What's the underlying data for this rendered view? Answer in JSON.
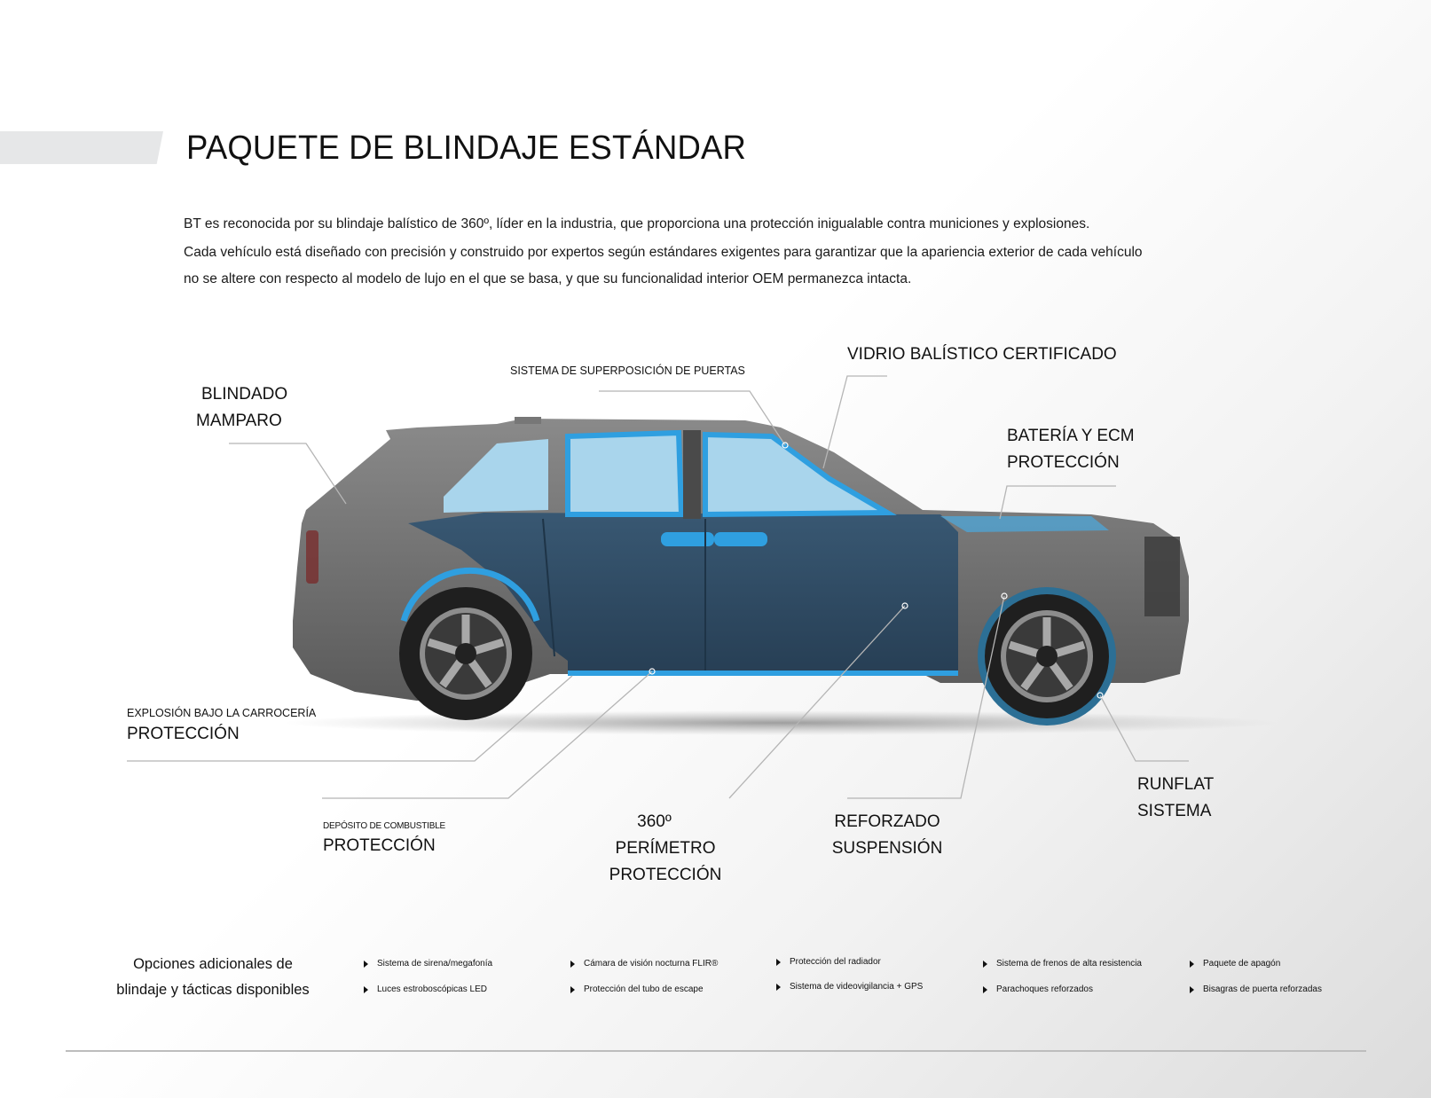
{
  "header": {
    "title": "PAQUETE DE BLINDAJE ESTÁNDAR"
  },
  "intro": {
    "paragraph_1": "BT es reconocida por su blindaje balístico de 360º, líder en la industria, que proporciona una protección inigualable contra municiones y explosiones.",
    "paragraph_2_line_1": "Cada vehículo está diseñado con precisión y construido por expertos según estándares exigentes para garantizar que la apariencia exterior de cada vehículo",
    "paragraph_2_line_2": "no se altere con respecto al modelo de lujo en el que se basa, y que su funcionalidad interior OEM permanezca intacta."
  },
  "diagram": {
    "callouts": {
      "bulkhead": {
        "line1": "BLINDADO",
        "line2": "MAMPARO"
      },
      "door_overlap": {
        "line1": "SISTEMA DE SUPERPOSICIÓN DE PUERTAS"
      },
      "glass": {
        "line1": "VIDRIO BALÍSTICO CERTIFICADO"
      },
      "battery": {
        "line1": "BATERÍA Y ECM",
        "line2": "PROTECCIÓN"
      },
      "underbody": {
        "line1": "EXPLOSIÓN BAJO LA CARROCERÍA",
        "line2": "PROTECCIÓN"
      },
      "fuel_tank": {
        "line1": "DEPÓSITO DE COMBUSTIBLE",
        "line2": "PROTECCIÓN"
      },
      "perimeter": {
        "line1": "360º",
        "line2": "PERÍMETRO",
        "line3": "PROTECCIÓN"
      },
      "suspension": {
        "line1": "REFORZADO",
        "line2": "SUSPENSIÓN"
      },
      "runflat": {
        "line1": "RUNFLAT",
        "line2": "SISTEMA"
      }
    },
    "colors": {
      "armor_blue": "#2f9fe0",
      "panel_navy": "#2d4a63",
      "body_gray": "#6e6e6e",
      "glass": "#a9d5ec",
      "leader_line": "#b5b5b5"
    }
  },
  "options": {
    "title_line1": "Opciones adicionales de",
    "title_line2": "blindaje y tácticas disponibles",
    "items": [
      {
        "label": "Sistema de sirena/megafonía"
      },
      {
        "label": "Luces estroboscópicas LED"
      },
      {
        "label": "Cámara de visión nocturna FLIR®"
      },
      {
        "label": "Protección del tubo de escape"
      },
      {
        "label": "Protección del radiador"
      },
      {
        "label": "Sistema de videovigilancia + GPS"
      },
      {
        "label": "Sistema de frenos de alta resistencia"
      },
      {
        "label": "Parachoques reforzados"
      },
      {
        "label": "Paquete de apagón"
      },
      {
        "label": "Bisagras de puerta reforzadas"
      }
    ]
  }
}
